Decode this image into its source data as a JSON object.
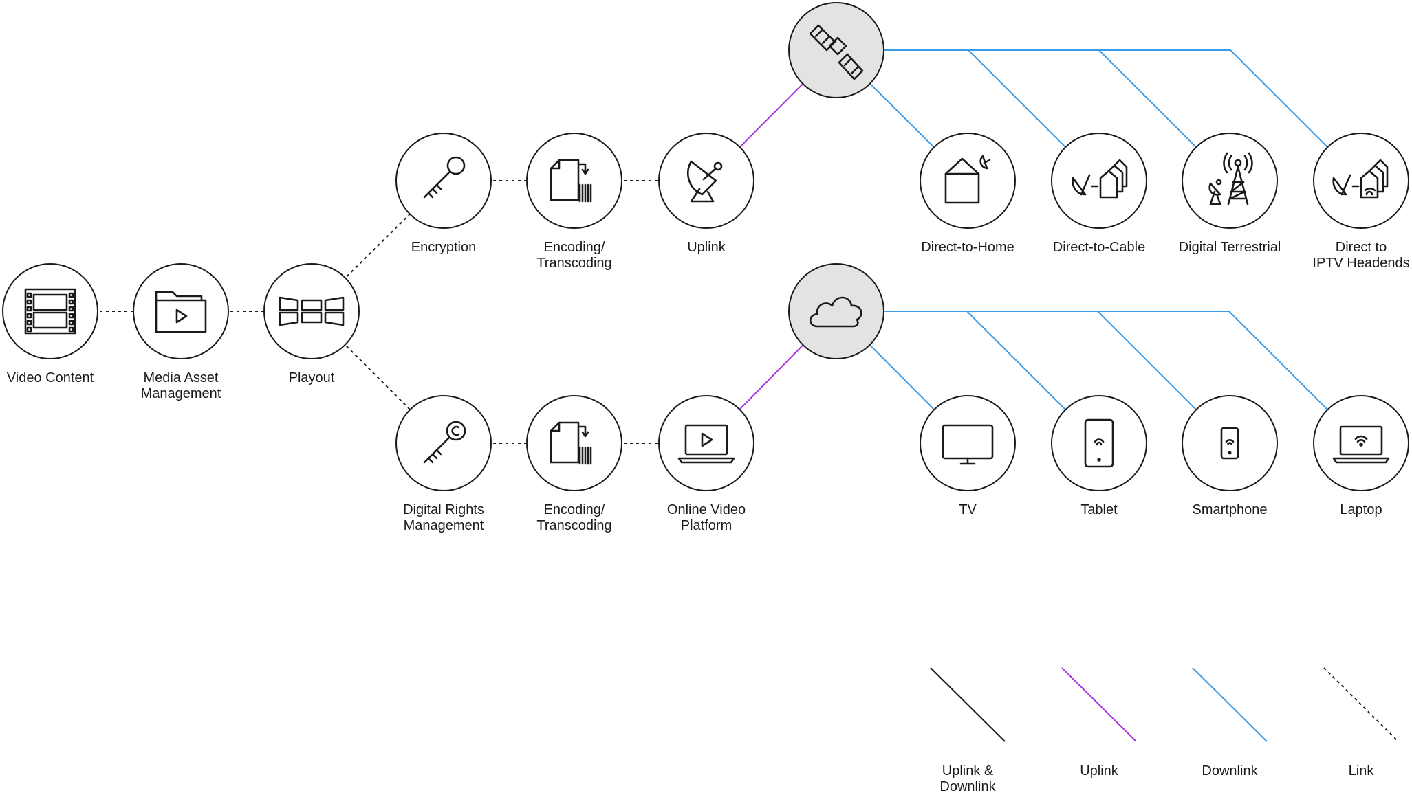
{
  "nodes": [
    {
      "id": "video-content",
      "icon": "film-icon",
      "label": [
        "Video Content"
      ]
    },
    {
      "id": "media-asset-management",
      "icon": "folder-play-icon",
      "label": [
        "Media Asset",
        "Management"
      ]
    },
    {
      "id": "playout",
      "icon": "video-wall-icon",
      "label": [
        "Playout"
      ]
    },
    {
      "id": "encryption",
      "icon": "key-icon",
      "label": [
        "Encryption"
      ]
    },
    {
      "id": "encoding-top",
      "icon": "document-barcode-icon",
      "label": [
        "Encoding/",
        "Transcoding"
      ]
    },
    {
      "id": "uplink",
      "icon": "satellite-dish-icon",
      "label": [
        "Uplink"
      ]
    },
    {
      "id": "satellite",
      "icon": "satellite-icon",
      "label": []
    },
    {
      "id": "direct-to-home",
      "icon": "house-dish-icon",
      "label": [
        "Direct-to-Home"
      ]
    },
    {
      "id": "direct-to-cable",
      "icon": "dish-buildings-icon",
      "label": [
        "Direct-to-Cable"
      ]
    },
    {
      "id": "digital-terrestrial",
      "icon": "broadcast-tower-icon",
      "label": [
        "Digital Terrestrial"
      ]
    },
    {
      "id": "iptv-headends",
      "icon": "dish-buildings-wifi-icon",
      "label": [
        "Direct to",
        "IPTV Headends"
      ]
    },
    {
      "id": "drm",
      "icon": "copyright-key-icon",
      "label": [
        "Digital Rights",
        "Management"
      ]
    },
    {
      "id": "encoding-bottom",
      "icon": "document-barcode-icon",
      "label": [
        "Encoding/",
        "Transcoding"
      ]
    },
    {
      "id": "ovp",
      "icon": "laptop-play-icon",
      "label": [
        "Online Video",
        "Platform"
      ]
    },
    {
      "id": "cloud",
      "icon": "cloud-icon",
      "label": []
    },
    {
      "id": "tv",
      "icon": "tv-icon",
      "label": [
        "TV"
      ]
    },
    {
      "id": "tablet",
      "icon": "tablet-icon",
      "label": [
        "Tablet"
      ]
    },
    {
      "id": "smartphone",
      "icon": "smartphone-icon",
      "label": [
        "Smartphone"
      ]
    },
    {
      "id": "laptop",
      "icon": "laptop-wifi-icon",
      "label": [
        "Laptop"
      ]
    }
  ],
  "edges": [
    {
      "from": "video-content",
      "to": "media-asset-management",
      "type": "link"
    },
    {
      "from": "media-asset-management",
      "to": "playout",
      "type": "link"
    },
    {
      "from": "playout",
      "to": "encryption",
      "type": "link"
    },
    {
      "from": "playout",
      "to": "drm",
      "type": "link"
    },
    {
      "from": "encryption",
      "to": "encoding-top",
      "type": "link"
    },
    {
      "from": "encoding-top",
      "to": "uplink",
      "type": "link"
    },
    {
      "from": "drm",
      "to": "encoding-bottom",
      "type": "link"
    },
    {
      "from": "encoding-bottom",
      "to": "ovp",
      "type": "link"
    },
    {
      "from": "uplink",
      "to": "satellite",
      "type": "uplink"
    },
    {
      "from": "ovp",
      "to": "cloud",
      "type": "uplink"
    },
    {
      "from": "satellite",
      "to": "direct-to-home",
      "type": "downlink"
    },
    {
      "from": "satellite",
      "to": "direct-to-cable",
      "type": "downlink"
    },
    {
      "from": "satellite",
      "to": "digital-terrestrial",
      "type": "downlink"
    },
    {
      "from": "satellite",
      "to": "iptv-headends",
      "type": "downlink"
    },
    {
      "from": "cloud",
      "to": "tv",
      "type": "downlink"
    },
    {
      "from": "cloud",
      "to": "tablet",
      "type": "downlink"
    },
    {
      "from": "cloud",
      "to": "smartphone",
      "type": "downlink"
    },
    {
      "from": "cloud",
      "to": "laptop",
      "type": "downlink"
    }
  ],
  "legend": [
    {
      "type": "uplink-downlink",
      "label": [
        "Uplink &",
        "Downlink"
      ]
    },
    {
      "type": "uplink",
      "label": [
        "Uplink"
      ]
    },
    {
      "type": "downlink",
      "label": [
        "Downlink"
      ]
    },
    {
      "type": "link",
      "label": [
        "Link"
      ]
    }
  ],
  "colors": {
    "stroke": "#1a1a1a",
    "uplink": "#a730e0",
    "downlink": "#3b9ae6",
    "hub_fill": "#e2e4e1",
    "background": "#ffffff"
  }
}
